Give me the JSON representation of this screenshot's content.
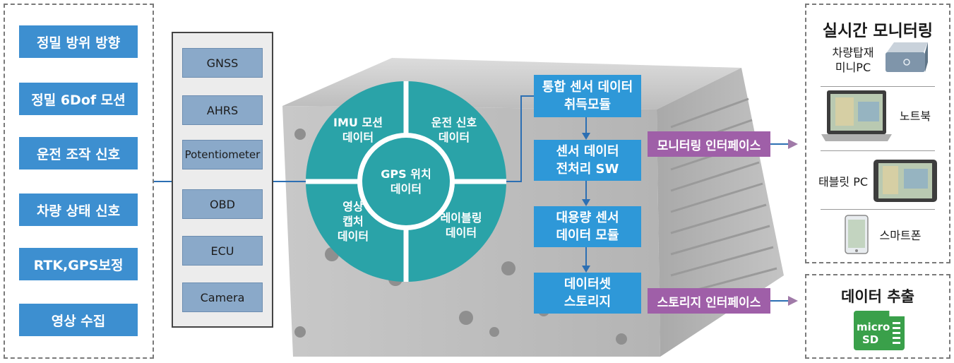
{
  "left_items": [
    "정밀 방위 방향",
    "정밀 6Dof 모션",
    "운전 조작 신호",
    "차량 상태 신호",
    "RTK,GPS보정",
    "영상 수집"
  ],
  "sensor_items": [
    "GNSS",
    "AHRS",
    "Potentiometer",
    "OBD",
    "ECU",
    "Camera"
  ],
  "circle": {
    "center": "GPS 위치\n데이터",
    "top_left": "IMU 모션\n데이터",
    "top_right": "운전 신호\n데이터",
    "bottom_left": "영상\n캡처\n데이터",
    "bottom_right": "레이블링\n데이터"
  },
  "steps": [
    "통합 센서 데이터\n취득모듈",
    "센서 데이터\n전처리 SW",
    "대용량 센서\n데이터 모듈",
    "데이터셋\n스토리지"
  ],
  "interfaces": {
    "monitoring": "모니터링 인터페이스",
    "storage": "스토리지 인터페이스"
  },
  "monitoring": {
    "title": "실시간 모니터링",
    "mini_pc": "차량탑재\n미니PC",
    "notebook": "노트북",
    "tablet": "태블릿 PC",
    "smartphone": "스마트폰"
  },
  "export": {
    "title": "데이터 추출",
    "card_top": "micro",
    "card_bottom": "SD"
  },
  "colors": {
    "left_box": "#3d8fd0",
    "sensor_box": "#8aa9c9",
    "circle": "#2aa3a8",
    "step_box": "#2e98d8",
    "interface_box": "#9f5fa8",
    "sd_card": "#3aa04a"
  }
}
